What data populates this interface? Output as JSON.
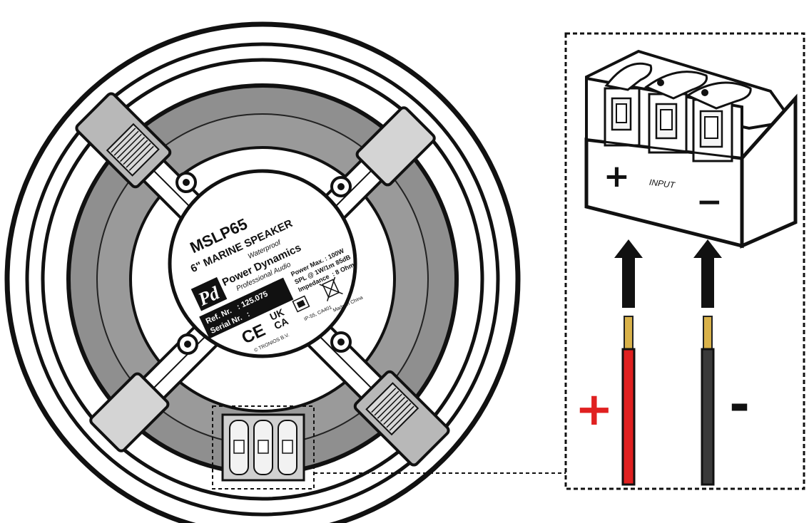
{
  "label": {
    "model": "MSLP65",
    "product_line1": "6\" MARINE SPEAKER",
    "product_line2": "Waterproof",
    "brand_logo": "Pd",
    "brand_name": "Power Dynamics",
    "brand_tagline": "Professional Audio",
    "spec_power_label": "Power Max.",
    "spec_power_value": ": 100W",
    "spec_spl_label": "SPL @ 1W/1m",
    "spec_spl_value": ": 85dB",
    "spec_impedance_label": "Impedance",
    "spec_impedance_value": ": 8 Ohm",
    "ref_label": "Ref. Nr.",
    "ref_value": ": 125.075",
    "serial_label": "Serial Nr.",
    "serial_value": ":",
    "cert_ukca_line1": "UK",
    "cert_ukca_line2": "CA",
    "cert_ce": "CE",
    "ip_rating": "IP-55, CA401",
    "copyright": "© TRONIOS B.V.",
    "made_in": "Made in China"
  },
  "terminal": {
    "input_label": "INPUT",
    "plus_symbol": "+",
    "minus_symbol": "−"
  },
  "wires": {
    "positive_symbol": "+",
    "negative_symbol": "-",
    "positive_color": "#e02020",
    "negative_color": "#3a3a3a",
    "copper_color": "#d9b24a"
  },
  "colors": {
    "outline": "#111111",
    "cone_gray": "#8f8f8f",
    "clamp_gray": "#b8b8b8",
    "terminal_gray": "#d0d0d0"
  }
}
